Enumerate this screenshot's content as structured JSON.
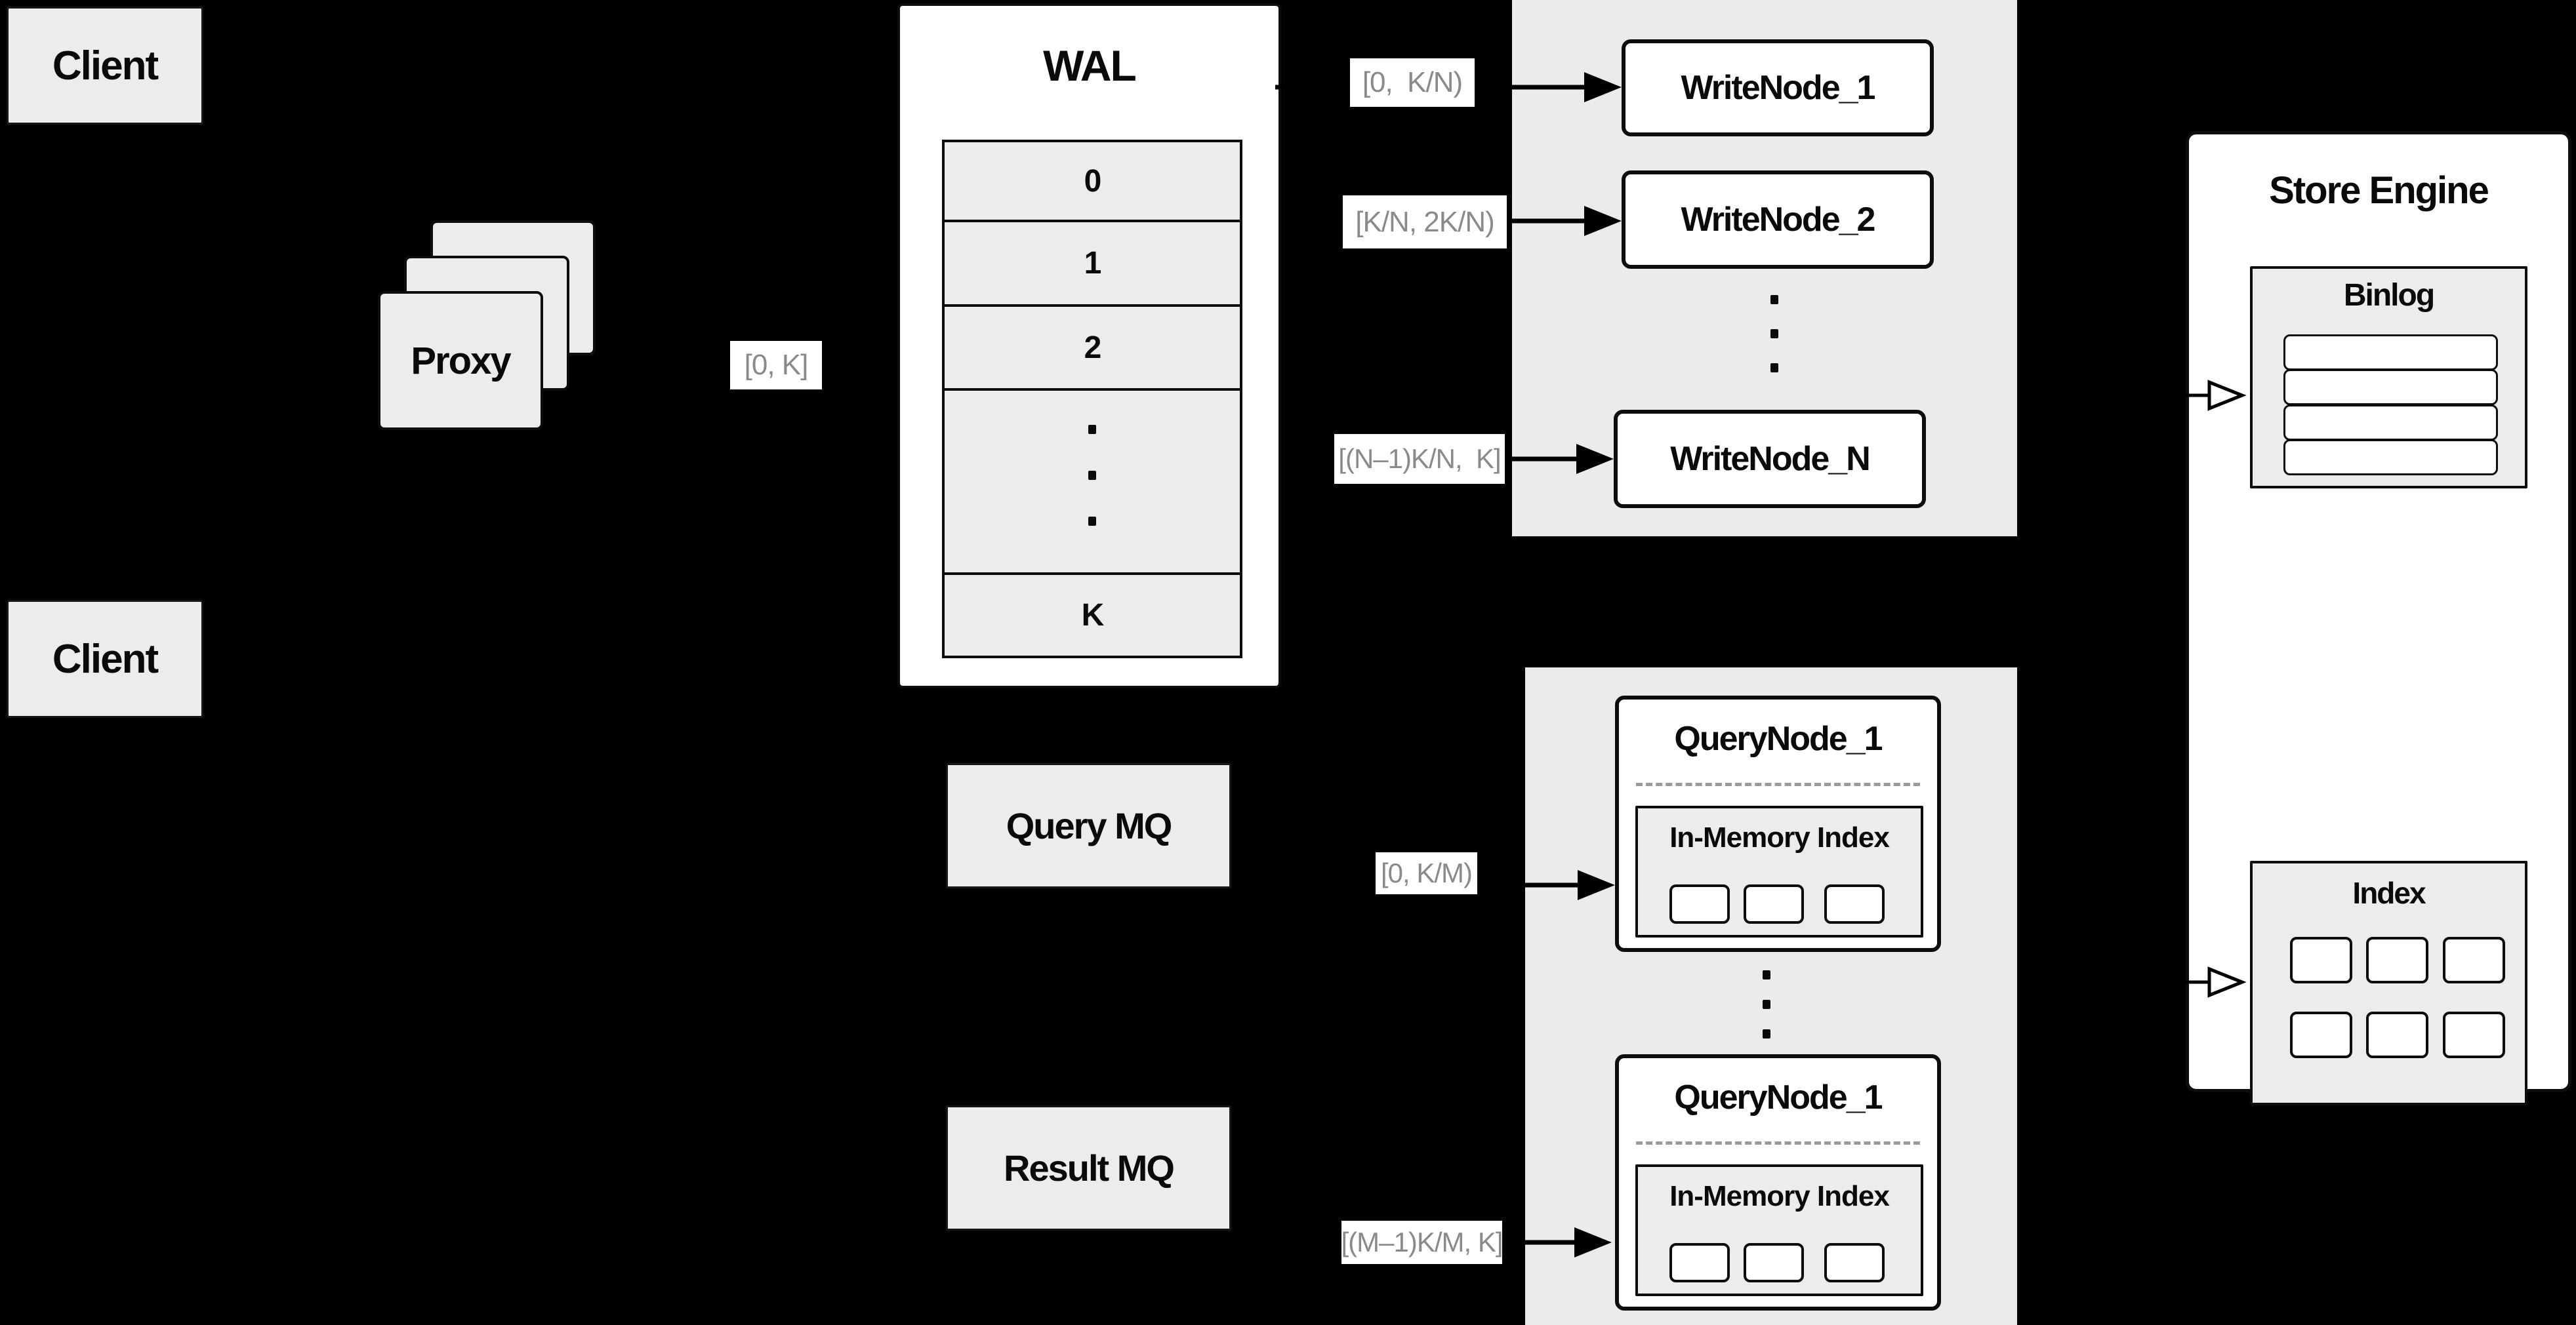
{
  "colors": {
    "background": "#000000",
    "box_gray": "#ececec",
    "container_gray": "#ebebeb",
    "node_white": "#ffffff",
    "border": "#0d0d0d",
    "label_text": "#8a8a8a"
  },
  "clients": [
    "Client",
    "Client"
  ],
  "proxy_label": "Proxy",
  "wal": {
    "title": "WAL",
    "slots": [
      "0",
      "1",
      "2",
      "K"
    ]
  },
  "write_group": {
    "nodes": [
      "WriteNode_1",
      "WriteNode_2",
      "WriteNode_N"
    ]
  },
  "query_group": {
    "nodes": [
      {
        "title": "QueryNode_1",
        "subtitle": "In-Memory Index"
      },
      {
        "title": "QueryNode_1",
        "subtitle": "In-Memory Index"
      }
    ]
  },
  "mq": {
    "query": "Query MQ",
    "result": "Result MQ"
  },
  "store_engine": {
    "title": "Store Engine",
    "binlog_title": "Binlog",
    "index_title": "Index"
  },
  "range_labels": {
    "proxy_out": "[0, K]",
    "write_node_1": "[0,  K/N)",
    "write_node_2": "[K/N, 2K/N)",
    "write_node_n": "[(N–1)K/N,  K]",
    "query_node_1": "[0, K/M)",
    "query_node_m": "[(M–1)K/M, K]"
  }
}
